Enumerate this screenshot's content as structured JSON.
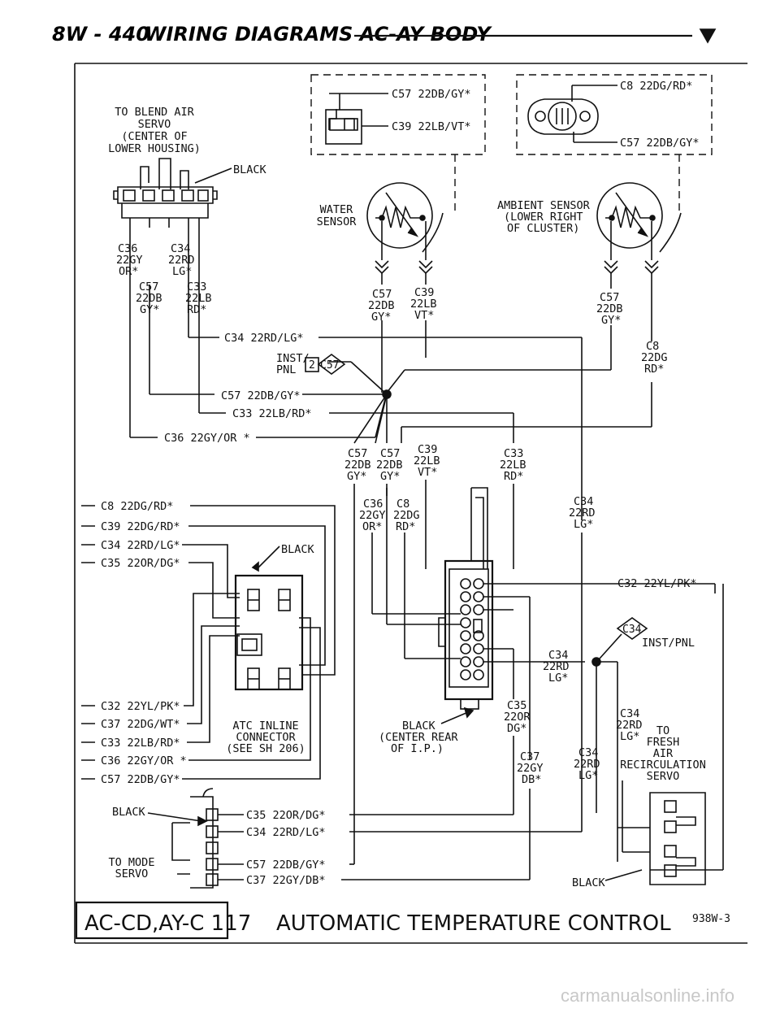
{
  "header": {
    "page_code": "8W - 440",
    "title": "WIRING DIAGRAMS AC-AY BODY"
  },
  "blend_servo": {
    "label_lines": [
      "TO BLEND AIR",
      "SERVO",
      "(CENTER OF",
      "LOWER HOUSING)"
    ],
    "connector_color": "BLACK",
    "pins": [
      {
        "lines": [
          "C36",
          "22GY",
          "OR*"
        ]
      },
      {
        "lines": [
          "C34",
          "22RD",
          "LG*"
        ]
      },
      {
        "lines": [
          "C57",
          "22DB",
          "GY*"
        ]
      },
      {
        "lines": [
          "C33",
          "22LB",
          "RD*"
        ]
      }
    ]
  },
  "water_sensor_box": {
    "wires": [
      "C57 22DB/GY*",
      "C39 22LB/VT*"
    ]
  },
  "ambient_sensor_box": {
    "wires": [
      "C8 22DG/RD*",
      "C57 22DB/GY*"
    ]
  },
  "water_sensor": {
    "label_lines": [
      "WATER",
      "SENSOR"
    ],
    "pins": [
      {
        "lines": [
          "C57",
          "22DB",
          "GY*"
        ]
      },
      {
        "lines": [
          "C39",
          "22LB",
          "VT*"
        ]
      }
    ]
  },
  "ambient_sensor": {
    "label_lines": [
      "AMBIENT SENSOR",
      "(LOWER RIGHT",
      "OF CLUSTER)"
    ],
    "pins": [
      {
        "lines": [
          "C57",
          "22DB",
          "GY*"
        ]
      },
      {
        "lines": [
          "C8",
          "22DG",
          "RD*"
        ]
      }
    ]
  },
  "splices": {
    "c34": "C34 22RD/LG*",
    "inst_pnl": [
      "INST/",
      "PNL"
    ],
    "splice_id": "2",
    "splice_name": "C57",
    "c57": "C57 22DB/GY*",
    "c33": "C33 22LB/RD*",
    "c36": "C36 22GY/OR *"
  },
  "center_wires": [
    {
      "lines": [
        "C57",
        "22DB",
        "GY*"
      ]
    },
    {
      "lines": [
        "C57",
        "22DB",
        "GY*"
      ]
    },
    {
      "lines": [
        "C39",
        "22LB",
        "VT*"
      ]
    },
    {
      "lines": [
        "C33",
        "22LB",
        "RD*"
      ]
    },
    {
      "lines": [
        "C36",
        "22GY",
        "OR*"
      ]
    },
    {
      "lines": [
        "C8",
        "22DG",
        "RD*"
      ]
    },
    {
      "lines": [
        "C34",
        "22RD",
        "LG*"
      ]
    }
  ],
  "atc_left_wires": [
    "C8 22DG/RD*",
    "C39 22DG/RD*",
    "C34 22RD/LG*",
    "C35 22OR/DG*",
    "C32 22YL/PK*",
    "C37 22DG/WT*",
    "C33 22LB/RD*",
    "C36 22GY/OR *",
    "C57 22DB/GY*"
  ],
  "atc_inline": {
    "color": "BLACK",
    "label_lines": [
      "ATC INLINE",
      "CONNECTOR",
      "(SEE SH 206)"
    ]
  },
  "center_connector": {
    "color_lines": [
      "BLACK",
      "(CENTER REAR",
      "OF I.P.)"
    ],
    "c32": "C32 22YL/PK*",
    "c34": {
      "lines": [
        "C34",
        "22RD",
        "LG*"
      ]
    },
    "c35": {
      "lines": [
        "C35",
        "22OR",
        "DG*"
      ]
    },
    "c37": {
      "lines": [
        "C37",
        "22GY",
        "DB*"
      ]
    }
  },
  "inst_pnl_splice": {
    "name": "C34",
    "label": "INST/PNL",
    "wire_a": {
      "lines": [
        "C34",
        "22RD",
        "LG*"
      ]
    },
    "wire_b": {
      "lines": [
        "C34",
        "22RD",
        "LG*"
      ]
    }
  },
  "mode_servo": {
    "color": "BLACK",
    "label_lines": [
      "TO MODE",
      "SERVO"
    ],
    "wires": [
      "C35 22OR/DG*",
      "C34 22RD/LG*",
      "C57 22DB/GY*",
      "C37 22GY/DB*"
    ]
  },
  "fresh_air_servo": {
    "color": "BLACK",
    "label_lines": [
      "TO",
      "FRESH",
      "AIR",
      "RECIRCULATION",
      "SERVO"
    ]
  },
  "footer": {
    "ref_box": "AC-CD,AY-C 117",
    "title": "AUTOMATIC TEMPERATURE CONTROL",
    "fig_code": "938W-3"
  },
  "watermark": "carmanualsonline.info"
}
